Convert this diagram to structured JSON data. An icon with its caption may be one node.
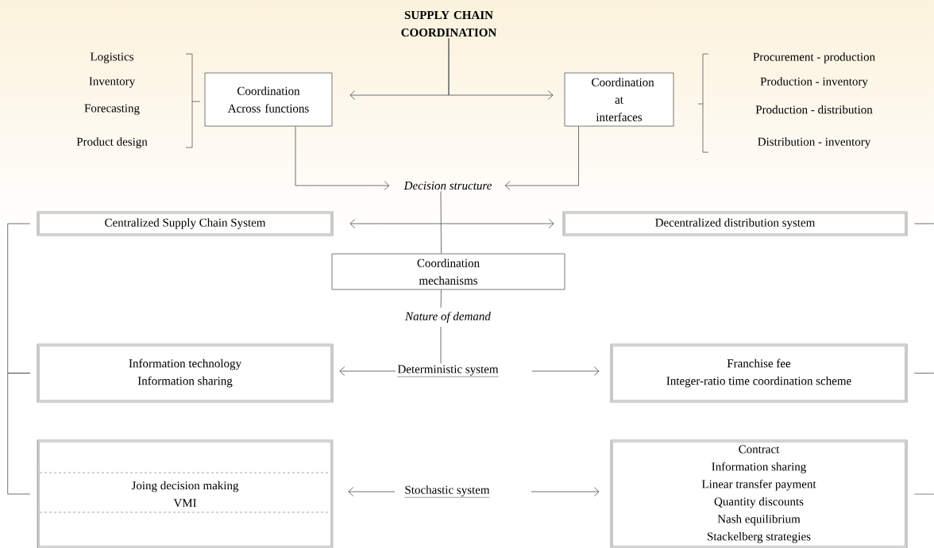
{
  "diagram": {
    "nodes": [
      {
        "text": [
          "SUPPLY CHAIN COORDINATION"
        ]
      },
      {
        "text": [
          "Coordination Across functions"
        ]
      },
      {
        "text": [
          "Coordination at interfaces"
        ]
      },
      {
        "text": [
          "Decision structure"
        ]
      },
      {
        "text": [
          "Centralized Supply Chain System"
        ]
      },
      {
        "text": [
          "Decentralized distribution system"
        ]
      },
      {
        "text": [
          "Coordination mechanisms"
        ]
      },
      {
        "text": [
          "Nature of demand"
        ]
      },
      {
        "text": [
          "Information technology",
          "Information sharing"
        ]
      },
      {
        "text": [
          "Deterministic system"
        ]
      },
      {
        "text": [
          "Franchise fee",
          "Integer-ratio time coordination scheme"
        ]
      },
      {
        "text": [
          "Joing decision making",
          "VMI"
        ]
      },
      {
        "text": [
          "Stochastic system"
        ]
      },
      {
        "text": [
          "Contract",
          "Information sharing",
          "Linear transfer payment",
          "Quantity discounts",
          "Nash equilibrium",
          "Stackelberg strategies"
        ]
      }
    ],
    "edges": [
      {
        "from": 0,
        "to": 1,
        "arrow": "to"
      },
      {
        "from": 0,
        "to": 2,
        "arrow": "to"
      },
      {
        "from": 1,
        "to": 3,
        "arrow": "to"
      },
      {
        "from": 2,
        "to": 3,
        "arrow": "to"
      },
      {
        "from": 4,
        "to": 5,
        "arrow": "both"
      },
      {
        "from": 3,
        "to": 6,
        "arrow": "none"
      },
      {
        "from": 6,
        "to": 7,
        "arrow": "none"
      },
      {
        "from": 7,
        "to": 9,
        "arrow": "none"
      },
      {
        "from": 9,
        "to": 8,
        "arrow": "to"
      },
      {
        "from": 9,
        "to": 10,
        "arrow": "to"
      },
      {
        "from": 12,
        "to": 11,
        "arrow": "to"
      },
      {
        "from": 12,
        "to": 13,
        "arrow": "to"
      },
      {
        "from": 4,
        "to": 8,
        "arrow": "none"
      },
      {
        "from": 8,
        "to": 11,
        "arrow": "none"
      },
      {
        "from": 5,
        "to": null,
        "arrow": "none"
      },
      {
        "from": 10,
        "to": null,
        "arrow": "none"
      },
      {
        "from": 13,
        "to": null,
        "arrow": "none"
      }
    ],
    "labels": [
      "Logistics",
      "Inventory",
      "Forecasting",
      "Product design",
      "Procurement - production",
      "Production - inventory",
      "Production - distribution",
      "Distribution - inventory"
    ]
  }
}
